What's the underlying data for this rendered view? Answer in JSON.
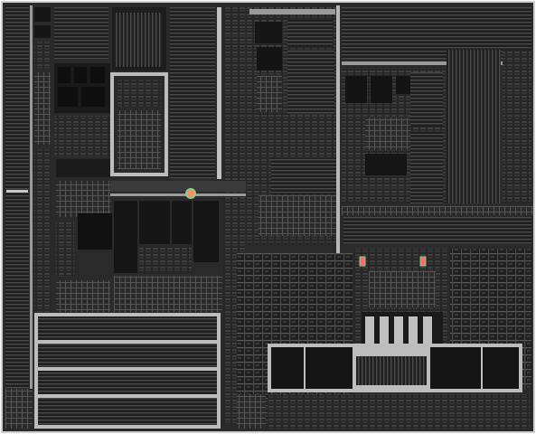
{
  "image": {
    "subject": "die-photo",
    "palette": {
      "background": "#ffffff",
      "substrate": "#2a2a2a",
      "metal_bright": "#bdbdbd",
      "metal_mid": "#8a8a8a",
      "block_dark": "#1a1a1a",
      "marker_green": "#7fd08a",
      "marker_red": "#ff6a6a"
    },
    "markers": [
      {
        "name": "marker-left",
        "color": "#ff8a6a"
      },
      {
        "name": "marker-right-a",
        "color": "#ff6a6a"
      },
      {
        "name": "marker-right-b",
        "color": "#ff6a6a"
      }
    ]
  }
}
